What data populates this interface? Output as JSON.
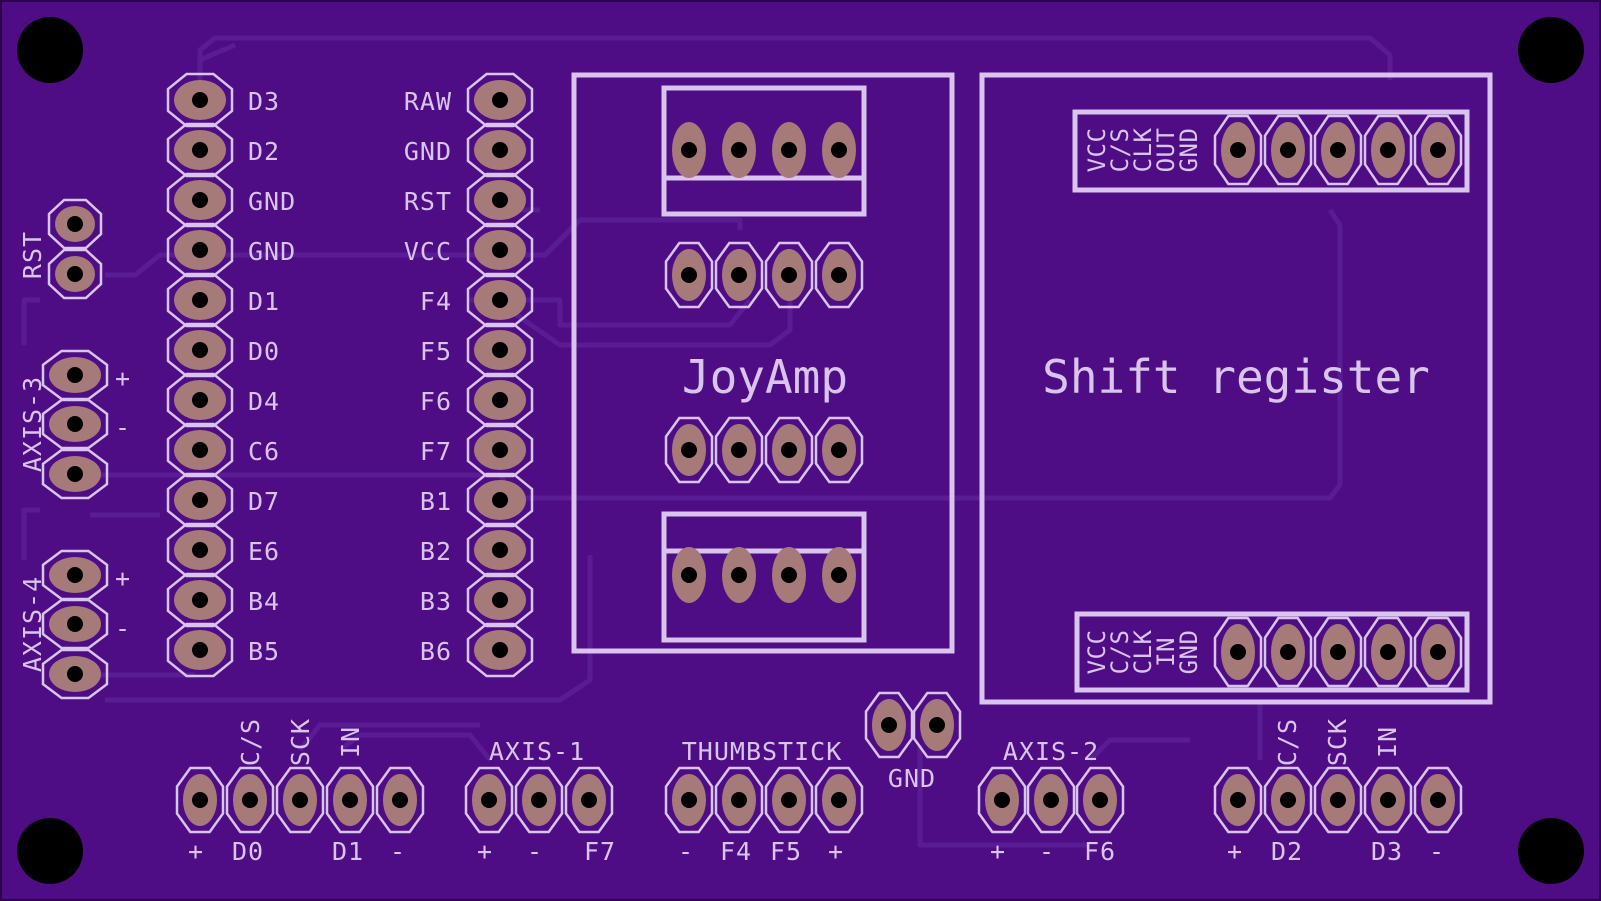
{
  "board": {
    "title_joyamp": "JoyAmp",
    "title_shift": "Shift register",
    "colors": {
      "board": "#4e0d85",
      "trace": "#5a1c94",
      "silk": "#d8c4ec",
      "pad": "#a57a79",
      "drill": "#000000"
    }
  },
  "pro_micro": {
    "left": [
      "D3",
      "D2",
      "GND",
      "GND",
      "D1",
      "D0",
      "D4",
      "C6",
      "D7",
      "E6",
      "B4",
      "B5"
    ],
    "right": [
      "RAW",
      "GND",
      "RST",
      "VCC",
      "F4",
      "F5",
      "F6",
      "F7",
      "B1",
      "B2",
      "B3",
      "B6"
    ]
  },
  "rst": {
    "label": "RST"
  },
  "axis3": {
    "label": "AXIS-3",
    "plus": "+",
    "minus": "-"
  },
  "axis4": {
    "label": "AXIS-4",
    "plus": "+",
    "minus": "-"
  },
  "shift_top": {
    "labels": [
      "VCC",
      "C/S",
      "CLK",
      "OUT",
      "GND"
    ]
  },
  "shift_bottom": {
    "labels": [
      "VCC",
      "C/S",
      "CLK",
      "IN",
      "GND"
    ]
  },
  "spi_left": {
    "top": [
      "C/S",
      "SCK",
      "IN"
    ],
    "bottom": [
      "+",
      "D0",
      "D1",
      "-"
    ]
  },
  "axis1": {
    "title": "AXIS-1",
    "bottom": [
      "+",
      "-",
      "F7"
    ]
  },
  "thumbstick": {
    "title": "THUMBSTICK",
    "bottom": [
      "-",
      "F4",
      "F5",
      "+"
    ]
  },
  "gnd": {
    "label": "GND"
  },
  "axis2": {
    "title": "AXIS-2",
    "bottom": [
      "+",
      "-",
      "F6"
    ]
  },
  "spi_right": {
    "top": [
      "C/S",
      "SCK",
      "IN"
    ],
    "bottom": [
      "+",
      "D2",
      "D3",
      "-"
    ]
  }
}
